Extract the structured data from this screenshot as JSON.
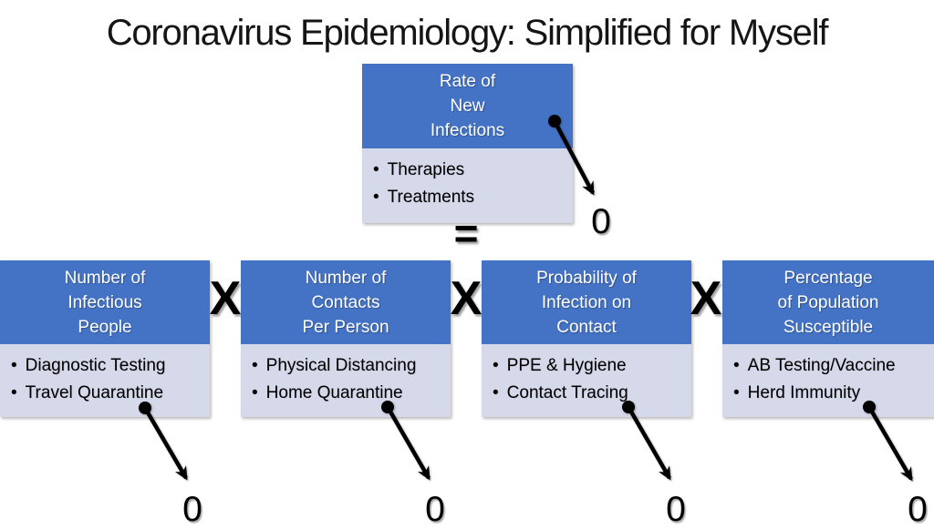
{
  "slide": {
    "title": "Coronavirus Epidemiology: Simplified for Myself"
  },
  "operators": {
    "equals": "=",
    "times": "X"
  },
  "colors": {
    "header_bg": "#4472C4",
    "body_bg": "#D5D9EA",
    "header_text": "#FFFFFF",
    "arrow": "#000000"
  },
  "top_box": {
    "title_lines": [
      "Rate of",
      "New",
      "Infections"
    ],
    "bullets": [
      "Therapies",
      "Treatments"
    ],
    "result": "0"
  },
  "factor_boxes": [
    {
      "title_lines": [
        "Number of",
        "Infectious",
        "People"
      ],
      "bullets": [
        "Diagnostic Testing",
        "Travel Quarantine"
      ],
      "result": "0"
    },
    {
      "title_lines": [
        "Number of",
        "Contacts",
        "Per Person"
      ],
      "bullets": [
        "Physical Distancing",
        "Home Quarantine"
      ],
      "result": "0"
    },
    {
      "title_lines": [
        "Probability of",
        "Infection on",
        "Contact"
      ],
      "bullets": [
        "PPE & Hygiene",
        "Contact Tracing"
      ],
      "result": "0"
    },
    {
      "title_lines": [
        "Percentage",
        "of Population",
        "Susceptible"
      ],
      "bullets": [
        "AB Testing/Vaccine",
        "Herd Immunity"
      ],
      "result": "0"
    }
  ]
}
